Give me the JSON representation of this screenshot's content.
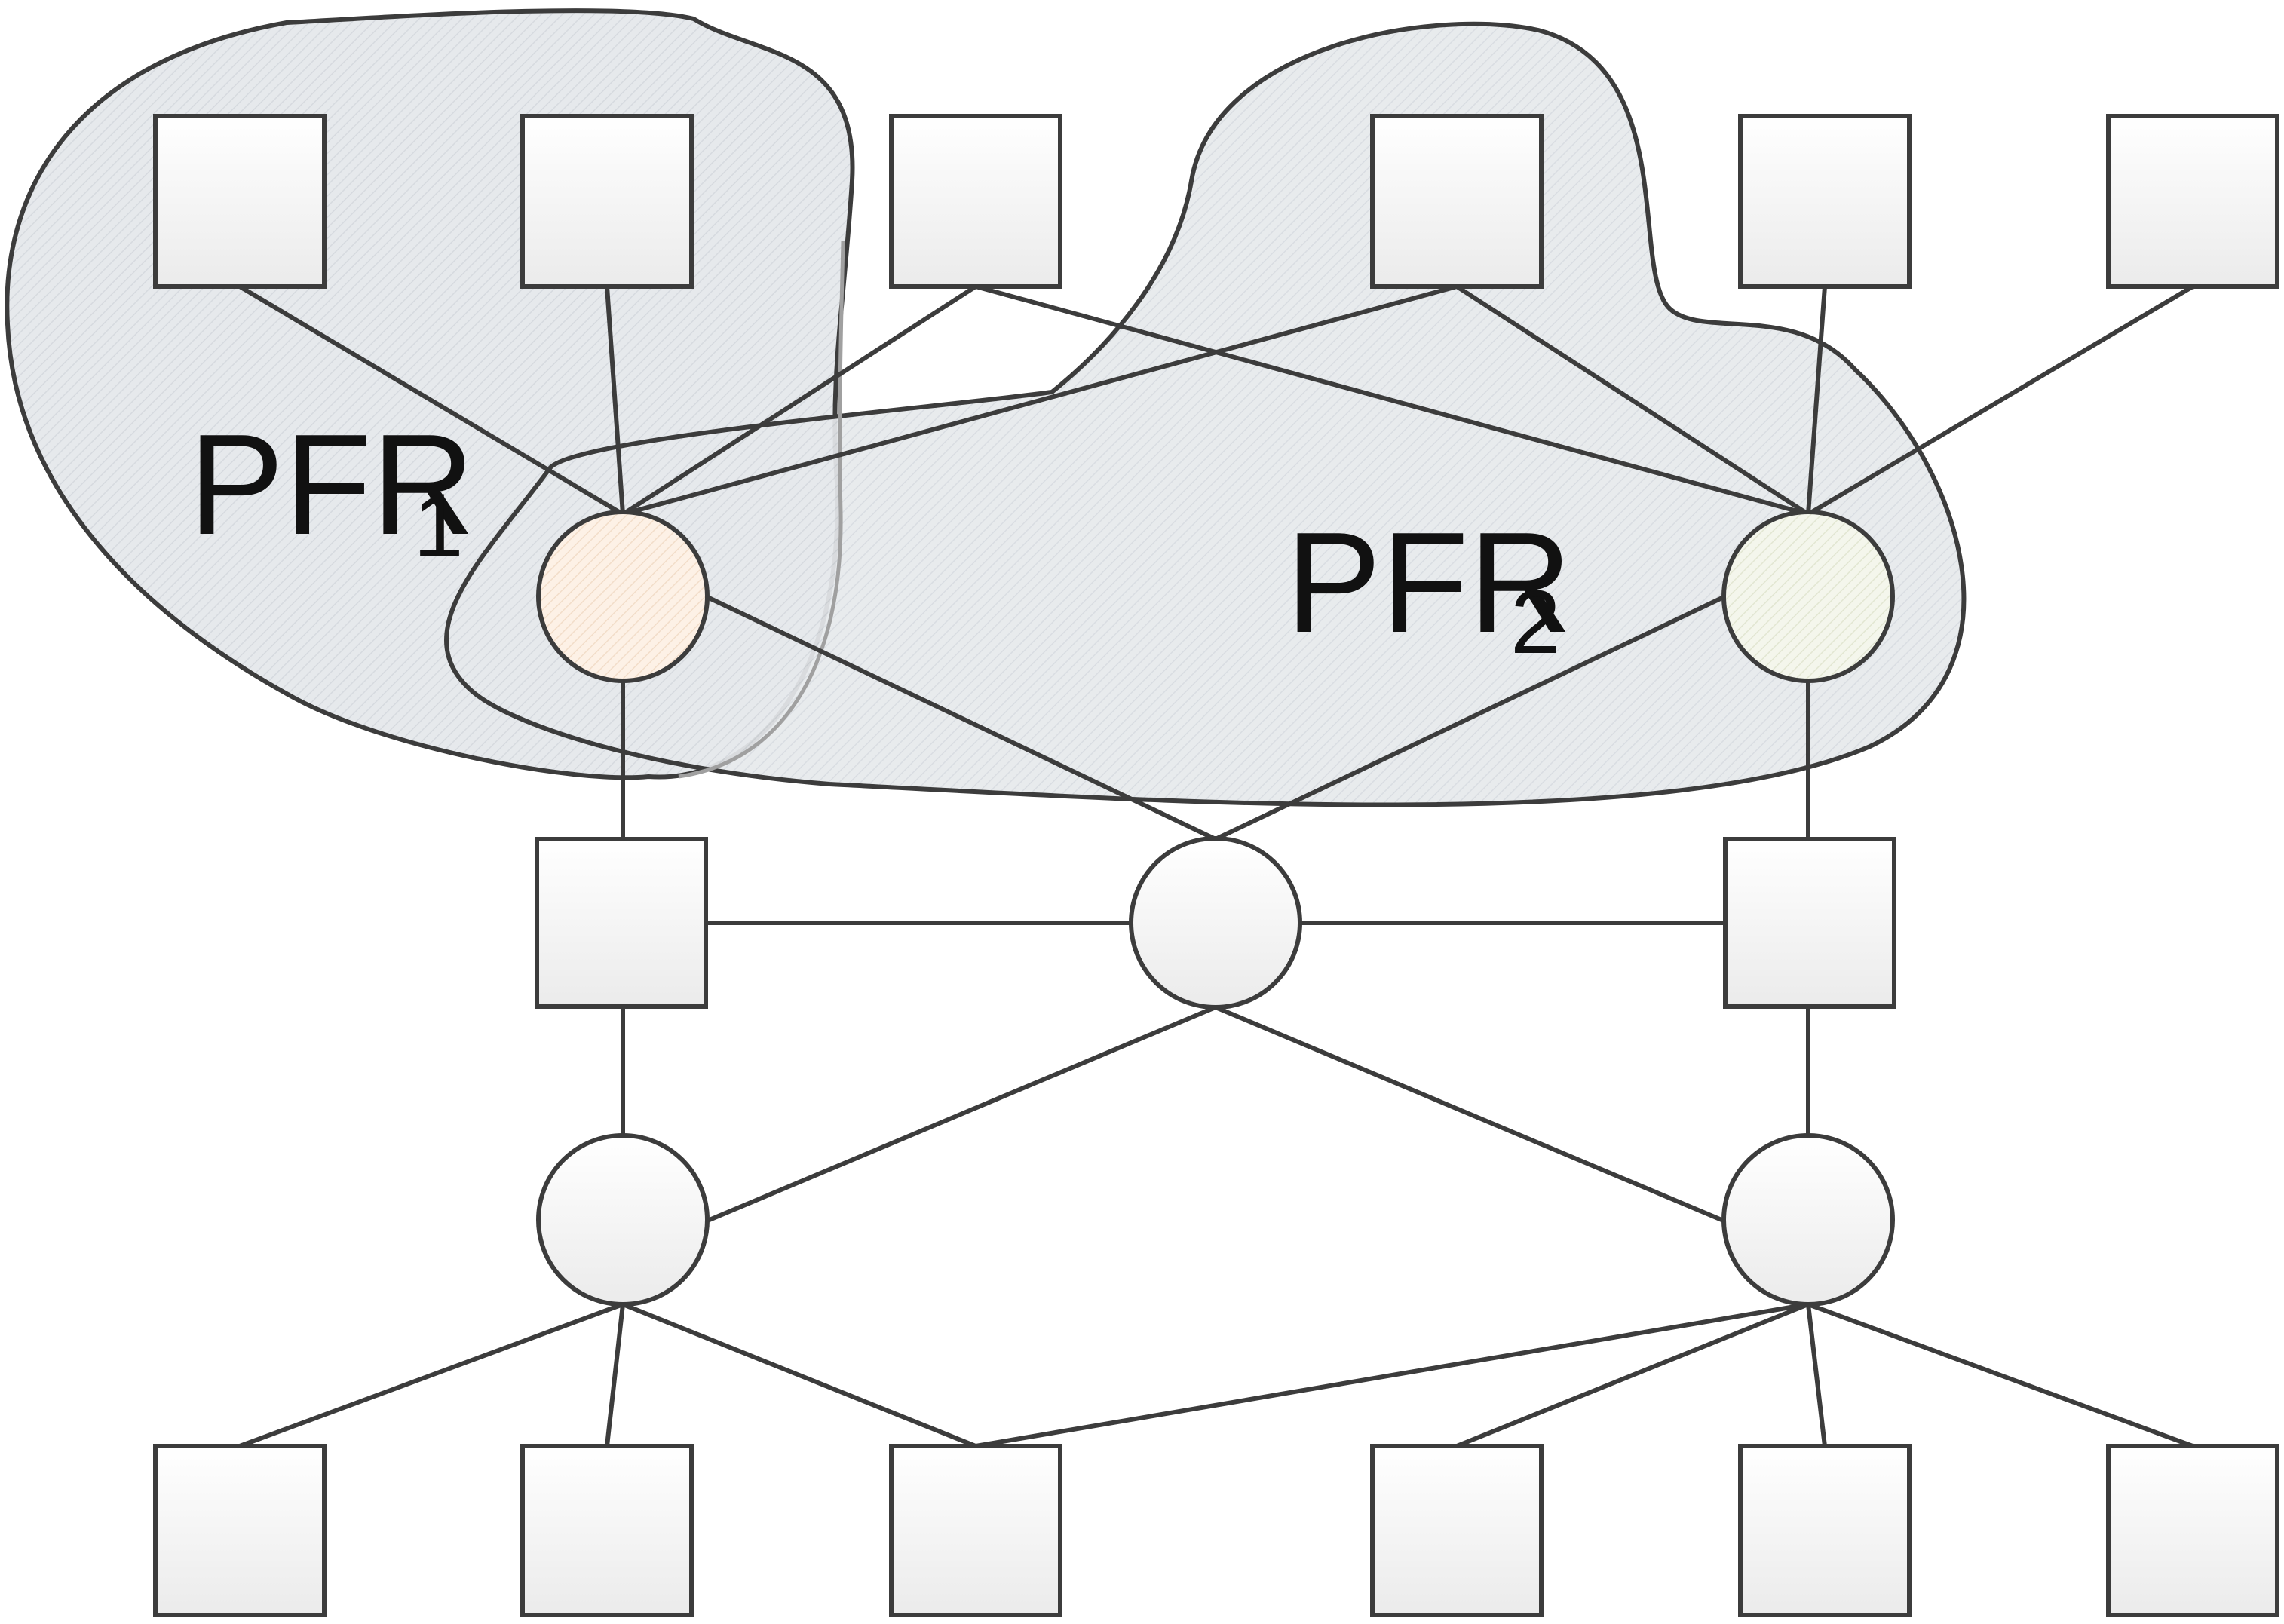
{
  "regions": [
    {
      "id": "pfr1",
      "label_main": "PFR",
      "label_sub": "1"
    },
    {
      "id": "pfr2",
      "label_main": "PFR",
      "label_sub": "2"
    }
  ],
  "colors": {
    "stroke": "#3c3c3c",
    "node_fill_top": "#ffffff",
    "node_fill_bottom": "#ececec",
    "region_fill": "#e4e7ea",
    "pfr1_member_fill": "#fbeee2",
    "pfr2_member_fill": "#f2f4e8"
  }
}
